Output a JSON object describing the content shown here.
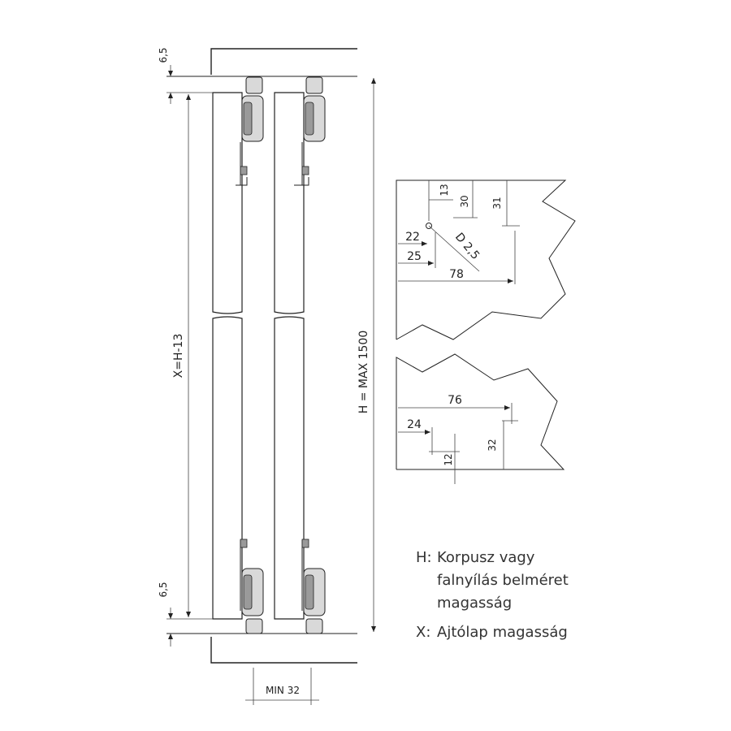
{
  "left_drawing": {
    "top_gap": "6,5",
    "bottom_gap": "6,5",
    "door_height": "X=H-13",
    "total_height": "H = MAX 1500",
    "min_depth": "MIN 32"
  },
  "top_detail": {
    "d13": "13",
    "d30": "30",
    "d31": "31",
    "d22": "22",
    "d25": "25",
    "d78": "78",
    "hole": "D 2,5"
  },
  "bottom_detail": {
    "d76": "76",
    "d24": "24",
    "d12": "12",
    "d32": "32"
  },
  "legend": [
    {
      "key": "H:",
      "lines": [
        "Korpusz vagy",
        "falnyílás belméret",
        "magasság"
      ]
    },
    {
      "key": "X:",
      "lines": [
        "Ajtólap magasság"
      ]
    }
  ]
}
